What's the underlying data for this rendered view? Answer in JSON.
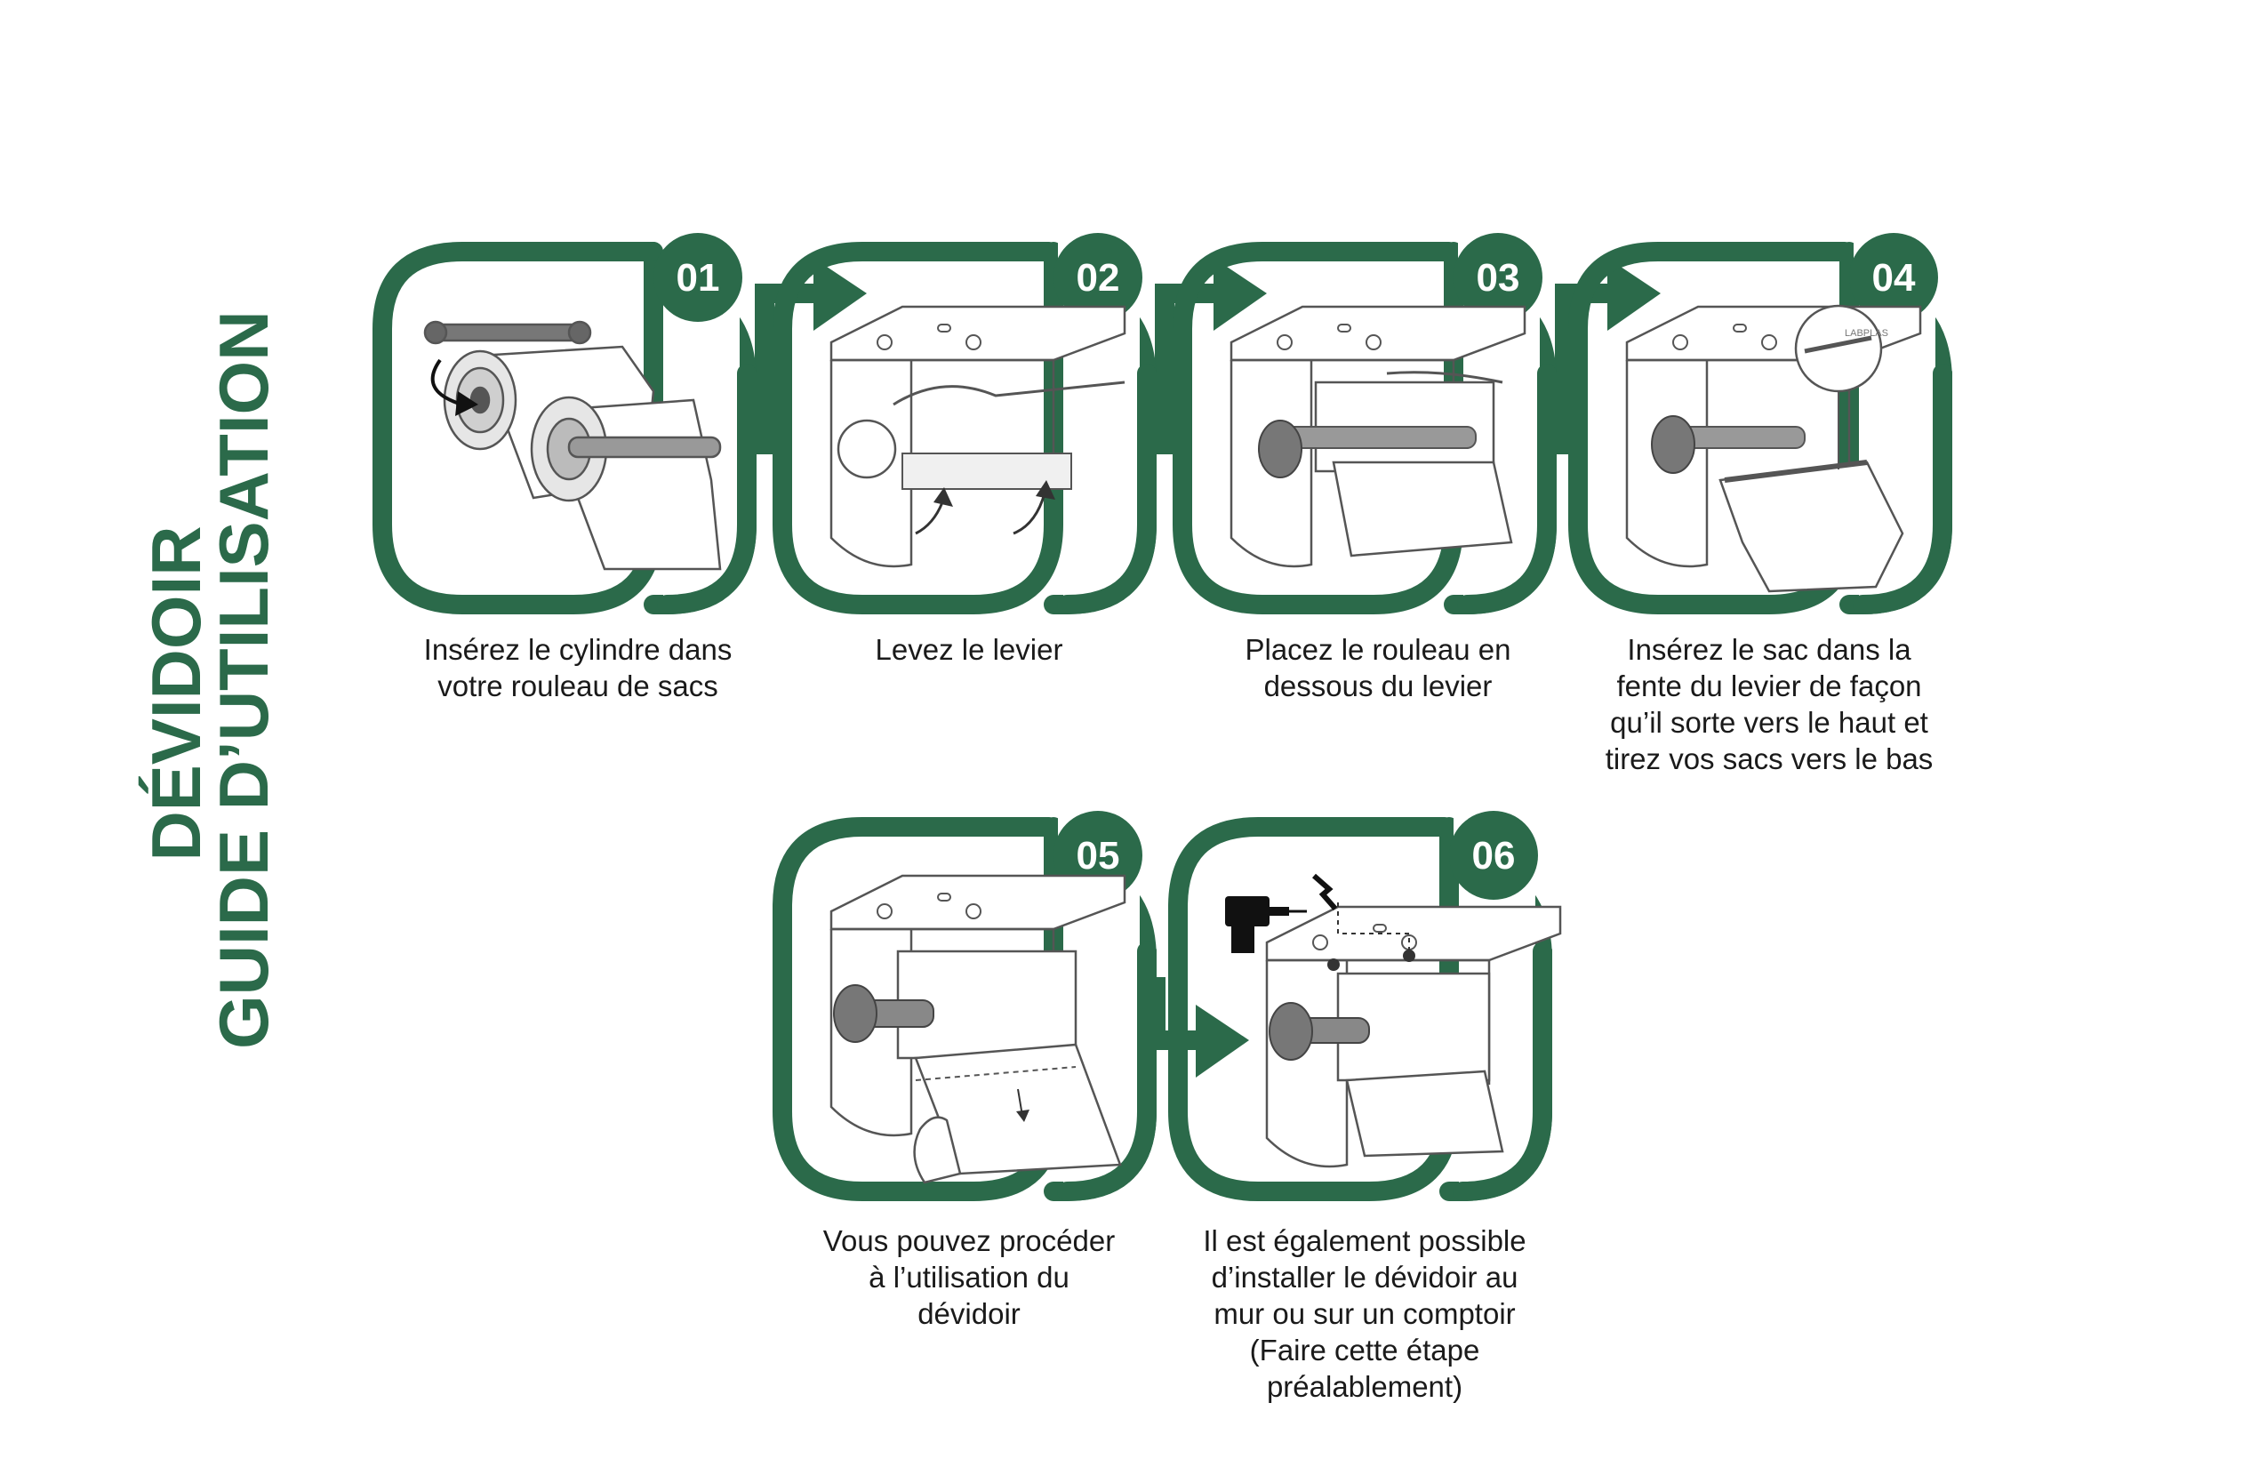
{
  "title": {
    "line1": "DÉVIDOIR",
    "line2": "GUIDE D’UTILISATION"
  },
  "colors": {
    "brand_green": "#2b6a4a",
    "drawing_line": "#555555"
  },
  "brand_mark": "LABPLAS",
  "steps": [
    {
      "number": "01",
      "caption": "Insérez le cylindre dans\nvotre rouleau de sacs"
    },
    {
      "number": "02",
      "caption": "Levez le levier"
    },
    {
      "number": "03",
      "caption": "Placez le rouleau en\ndessous du levier"
    },
    {
      "number": "04",
      "caption": "Insérez le sac dans la\nfente du levier de façon\nqu’il sorte vers le haut et\ntirez vos sacs vers le bas"
    },
    {
      "number": "05",
      "caption": "Vous pouvez procéder\nà l’utilisation du\ndévidoir"
    },
    {
      "number": "06",
      "caption": "Il est également possible\nd’installer le dévidoir au\nmur ou sur un comptoir\n(Faire cette étape\npréalablement)"
    }
  ],
  "icons": {
    "step1": "rod-and-roll-icon",
    "step2": "dispenser-lever-up-icon",
    "step3": "dispenser-roll-placed-icon",
    "step4": "dispenser-bag-threaded-icon",
    "step5": "dispenser-hand-pull-icon",
    "step6": "drill-and-screw-icon"
  }
}
